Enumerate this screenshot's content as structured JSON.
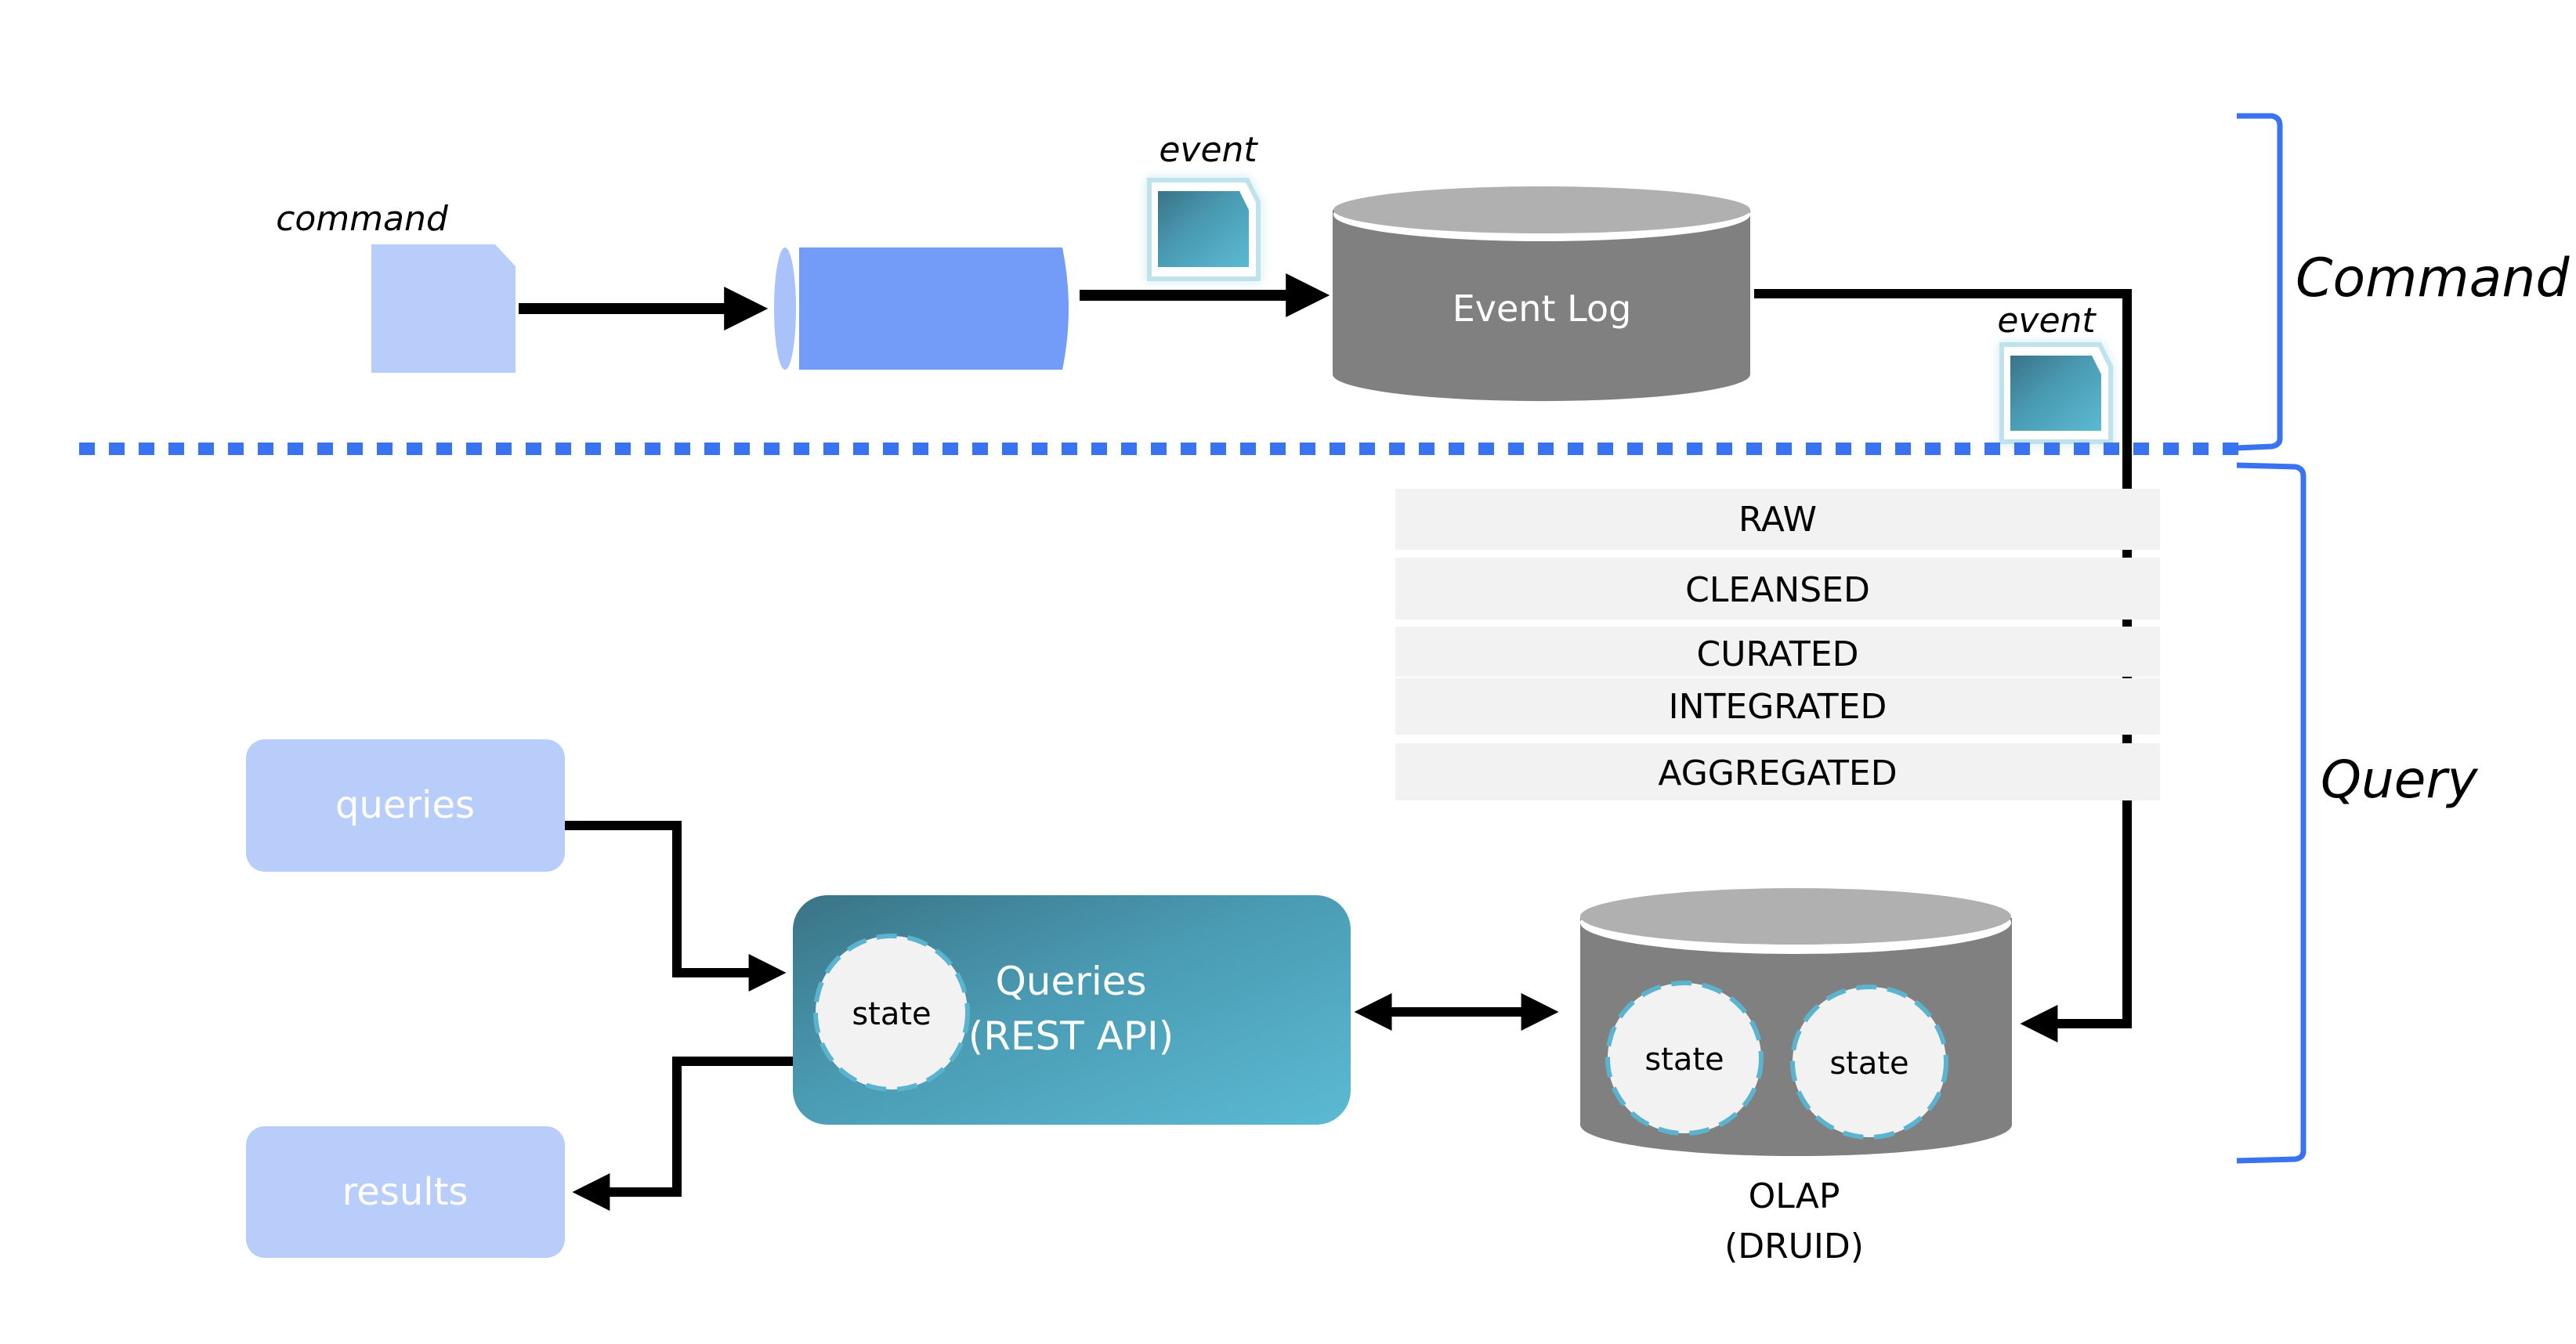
{
  "diagram": {
    "title": "CQRS Event Sourcing with OLAP Query Side",
    "colors": {
      "light_blue": "#b8cdfa",
      "queue_blue": "#729cf7",
      "queue_end": "#a9c2fa",
      "cylinder_top": "#b0b0b0",
      "cylinder_body": "#808080",
      "teal_dark": "#3a7386",
      "teal_light": "#5bbad3",
      "layer_bg": "#f2f2f2",
      "bracket_blue": "#3a73f2",
      "state_fill": "#f2f2f2",
      "state_dash": "#5ab4d0",
      "arrow": "#000000"
    },
    "command_section": {
      "command_label": "command",
      "event_label_1": "event",
      "event_label_2": "event",
      "event_log_label": "Event Log",
      "bracket_label": "Command"
    },
    "query_section": {
      "bracket_label": "Query",
      "layers": [
        "RAW",
        "CLEANSED",
        "CURATED",
        "INTEGRATED",
        "AGGREGATED"
      ],
      "queries_box_label": "queries",
      "results_box_label": "results",
      "service_label_line1": "Queries",
      "service_label_line2": "(REST API)",
      "service_state_label": "state",
      "olap_state_labels": [
        "state",
        "state"
      ],
      "olap_label_line1": "OLAP",
      "olap_label_line2": "(DRUID)"
    }
  }
}
